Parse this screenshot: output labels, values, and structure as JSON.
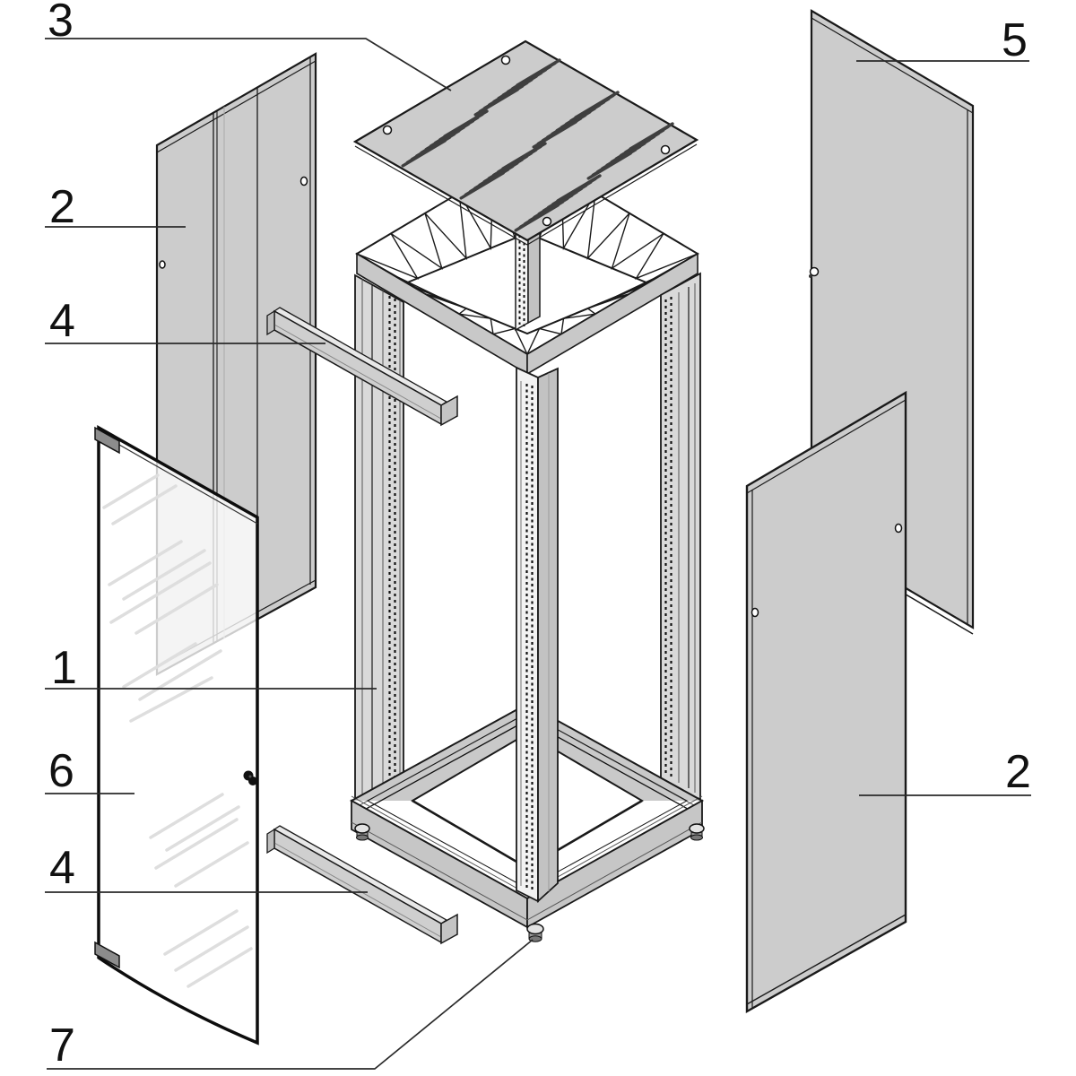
{
  "meta": {
    "subject": "Exploded isometric parts diagram of a 19-inch rack cabinet",
    "figure_type": "technical line drawing"
  },
  "colors": {
    "background": "#ffffff",
    "panel_fill": "#cccccc",
    "glass_fill": "rgba(255,255,255,0.78)",
    "clip_fill": "#8c8c8c",
    "vent_slot": "#3f3f3f",
    "line": "#1a1a1a",
    "leader": "#2a2a2a",
    "label": "#111111"
  },
  "callouts": [
    {
      "id": "callout-3",
      "label": "3"
    },
    {
      "id": "callout-2-left",
      "label": "2"
    },
    {
      "id": "callout-4-upper",
      "label": "4"
    },
    {
      "id": "callout-1",
      "label": "1"
    },
    {
      "id": "callout-6",
      "label": "6"
    },
    {
      "id": "callout-4-lower",
      "label": "4"
    },
    {
      "id": "callout-7",
      "label": "7"
    },
    {
      "id": "callout-5",
      "label": "5"
    },
    {
      "id": "callout-2-right",
      "label": "2"
    }
  ]
}
